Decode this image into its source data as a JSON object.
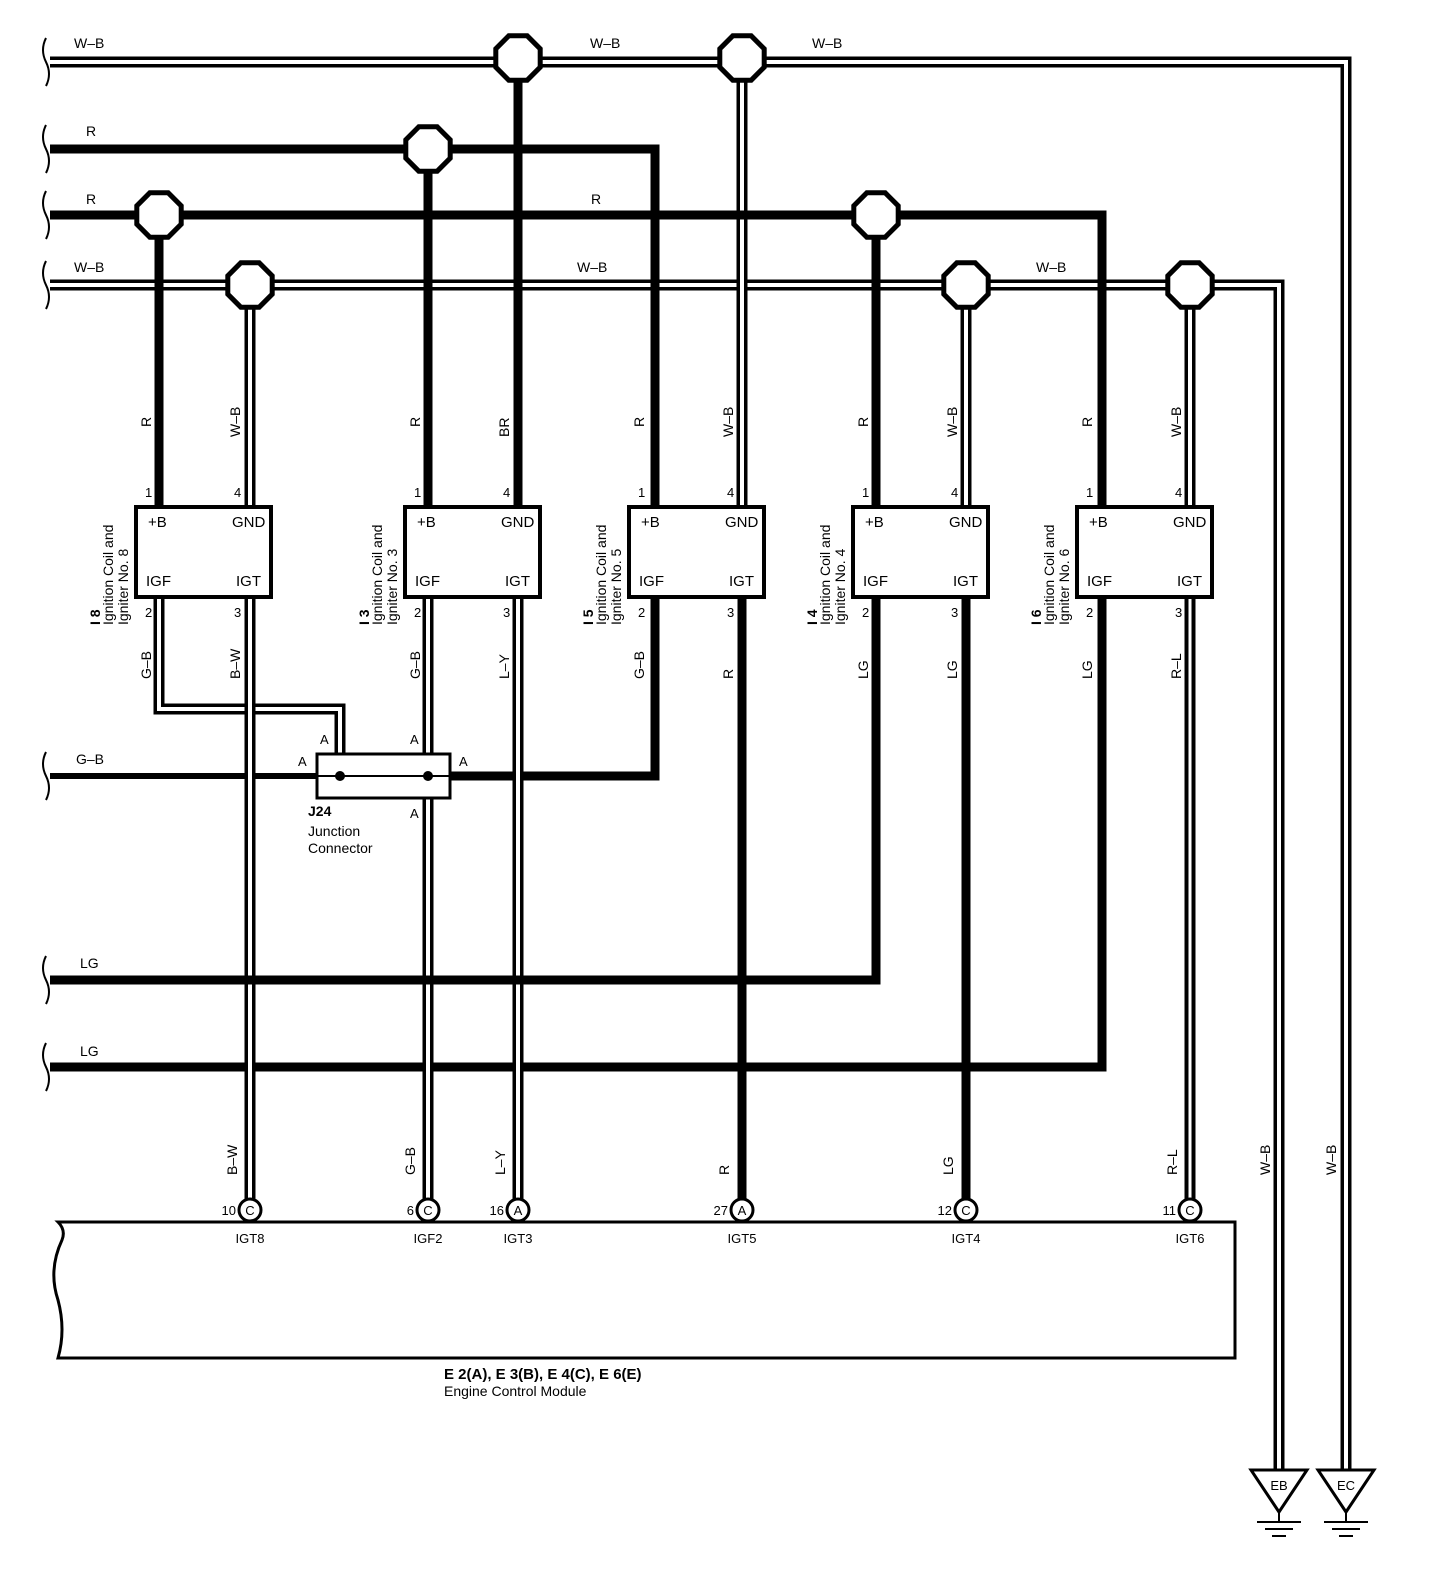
{
  "buses": {
    "wb_top": "W–B",
    "r1": "R",
    "r2": "R",
    "wb_mid": "W–B",
    "gb": "G–B",
    "lg1": "LG",
    "lg2": "LG"
  },
  "igniters": [
    {
      "id": "I 8",
      "name": "Ignition Coil and\nIgniter No. 8",
      "pin_b": "1",
      "pin_gnd": "4",
      "pin_igf": "2",
      "pin_igt": "3",
      "w_b": "R",
      "w_gnd": "W–B",
      "w_igf": "G–B",
      "w_igt": "B–W"
    },
    {
      "id": "I 3",
      "name": "Ignition Coil and\nIgniter No. 3",
      "pin_b": "1",
      "pin_gnd": "4",
      "pin_igf": "2",
      "pin_igt": "3",
      "w_b": "R",
      "w_gnd": "BR",
      "w_igf": "G–B",
      "w_igt": "L–Y"
    },
    {
      "id": "I 5",
      "name": "Ignition Coil and\nIgniter No. 5",
      "pin_b": "1",
      "pin_gnd": "4",
      "pin_igf": "2",
      "pin_igt": "3",
      "w_b": "R",
      "w_gnd": "W–B",
      "w_igf": "G–B",
      "w_igt": "R"
    },
    {
      "id": "I 4",
      "name": "Ignition Coil and\nIgniter No. 4",
      "pin_b": "1",
      "pin_gnd": "4",
      "pin_igf": "2",
      "pin_igt": "3",
      "w_b": "R",
      "w_gnd": "W–B",
      "w_igf": "LG",
      "w_igt": "LG"
    },
    {
      "id": "I 6",
      "name": "Ignition Coil and\nIgniter No. 6",
      "pin_b": "1",
      "pin_gnd": "4",
      "pin_igf": "2",
      "pin_igt": "3",
      "w_b": "R",
      "w_gnd": "W–B",
      "w_igf": "LG",
      "w_igt": "R–L"
    }
  ],
  "term": {
    "b": "+B",
    "gnd": "GND",
    "igf": "IGF",
    "igt": "IGT"
  },
  "junction": {
    "id": "J24",
    "name1": "Junction",
    "name2": "Connector",
    "pin": "A"
  },
  "ecm": {
    "title": "E 2(A), E 3(B), E 4(C), E 6(E)",
    "subtitle": "Engine Control Module",
    "terminals": [
      {
        "num": "10",
        "conn": "C",
        "label": "IGT8",
        "wire": "B–W"
      },
      {
        "num": "6",
        "conn": "C",
        "label": "IGF2",
        "wire": "G–B"
      },
      {
        "num": "16",
        "conn": "A",
        "label": "IGT3",
        "wire": "L–Y"
      },
      {
        "num": "27",
        "conn": "A",
        "label": "IGT5",
        "wire": "R"
      },
      {
        "num": "12",
        "conn": "C",
        "label": "IGT4",
        "wire": "LG"
      },
      {
        "num": "11",
        "conn": "C",
        "label": "IGT6",
        "wire": "R–L"
      }
    ]
  },
  "grounds": [
    {
      "id": "EB",
      "wire": "W–B"
    },
    {
      "id": "EC",
      "wire": "W–B"
    }
  ]
}
